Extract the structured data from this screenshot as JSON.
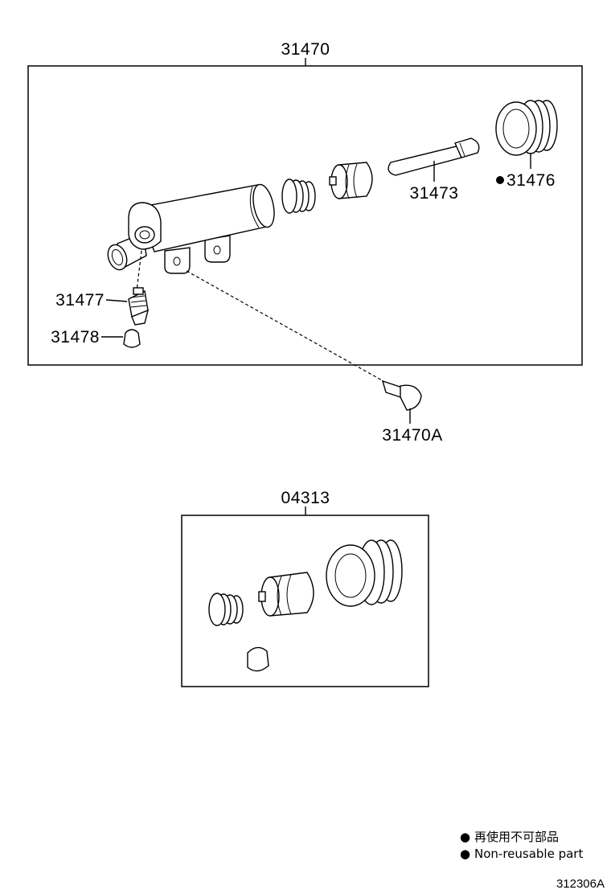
{
  "assemblies": {
    "cylinder": {
      "number": "31470",
      "parts": {
        "cylinder_body": "",
        "spring": "",
        "piston": "",
        "push_rod": "31473",
        "boot": "31476",
        "bleeder_plug": "31477",
        "bleeder_cap": "31478",
        "bolt": "31470A"
      },
      "boot_marked_non_reusable": true
    },
    "repair_kit": {
      "number": "04313"
    }
  },
  "legend": {
    "marker": "●",
    "japanese": "再使用不可部品",
    "english": "Non-reusable part"
  },
  "illustration_code": "312306A",
  "colors": {
    "line": "#000000",
    "background": "#ffffff"
  }
}
